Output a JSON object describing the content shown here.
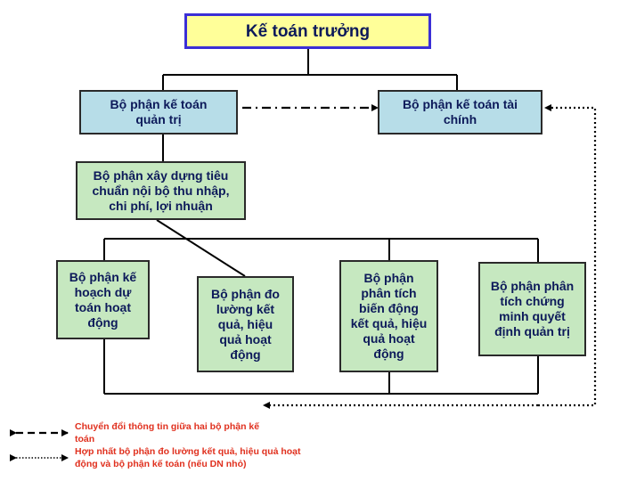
{
  "nodes": {
    "top": "Kế toán trưởng",
    "management": "Bộ phận kế toán quản trị",
    "financial": "Bộ phận kế toán tài chính",
    "standards": "Bộ phận xây dựng tiêu chuẩn nội bộ thu nhập, chi phí, lợi nhuận",
    "planning": "Bộ phận kế hoạch dự toán hoạt động",
    "measurement": "Bộ phận đo lường kết quả, hiệu quả hoạt động",
    "variance": "Bộ phận phân tích biến động kết quả, hiệu quả hoạt động",
    "decision": "Bộ phận phân tích chứng minh quyết định quản trị"
  },
  "legend": {
    "dashed": "Chuyển đổi thông tin giữa hai bộ phận kế toán",
    "dotted": "Hợp nhất bộ phận đo lường kết quả, hiệu quả hoạt động và bộ phận kế toán (nếu DN nhỏ)"
  },
  "colors": {
    "top_fill": "#ffff99",
    "top_border": "#3b2fd6",
    "dept_fill": "#b7dde8",
    "unit_fill": "#c6e8c0",
    "legend_text": "#e0301e"
  }
}
